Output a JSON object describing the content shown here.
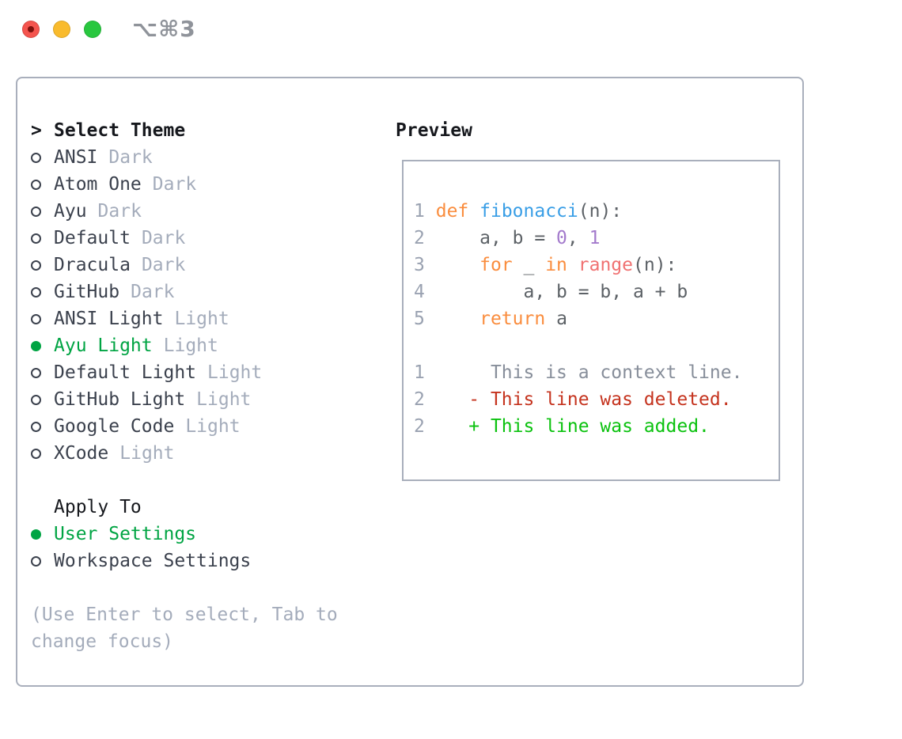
{
  "titlebar": {
    "shortcut_label": "⌥⌘3",
    "buttons": [
      {
        "name": "close"
      },
      {
        "name": "minimize"
      },
      {
        "name": "zoom"
      }
    ]
  },
  "theme_panel": {
    "prompt": ">",
    "title": "Select Theme",
    "themes": [
      {
        "name": "ANSI",
        "variant": "Dark",
        "selected": false
      },
      {
        "name": "Atom One",
        "variant": "Dark",
        "selected": false
      },
      {
        "name": "Ayu",
        "variant": "Dark",
        "selected": false
      },
      {
        "name": "Default",
        "variant": "Dark",
        "selected": false
      },
      {
        "name": "Dracula",
        "variant": "Dark",
        "selected": false
      },
      {
        "name": "GitHub",
        "variant": "Dark",
        "selected": false
      },
      {
        "name": "ANSI Light",
        "variant": "Light",
        "selected": false
      },
      {
        "name": "Ayu Light",
        "variant": "Light",
        "selected": true
      },
      {
        "name": "Default Light",
        "variant": "Light",
        "selected": false
      },
      {
        "name": "GitHub Light",
        "variant": "Light",
        "selected": false
      },
      {
        "name": "Google Code",
        "variant": "Light",
        "selected": false
      },
      {
        "name": "XCode",
        "variant": "Light",
        "selected": false
      }
    ],
    "apply_to": {
      "title": "Apply To",
      "options": [
        {
          "label": "User Settings",
          "selected": true
        },
        {
          "label": "Workspace Settings",
          "selected": false
        }
      ]
    },
    "hint": "(Use Enter to select, Tab to change focus)"
  },
  "preview": {
    "title": "Preview",
    "lines": [
      {
        "num": "1",
        "tokens": [
          [
            " ",
            "pl"
          ],
          [
            "def",
            "kw"
          ],
          [
            " ",
            "pl"
          ],
          [
            "fibonacci",
            "fn"
          ],
          [
            "(n):",
            "pl"
          ]
        ]
      },
      {
        "num": "2",
        "tokens": [
          [
            "     a, b = ",
            "pl"
          ],
          [
            "0",
            "num"
          ],
          [
            ", ",
            "pl"
          ],
          [
            "1",
            "num"
          ]
        ]
      },
      {
        "num": "3",
        "tokens": [
          [
            "     ",
            "pl"
          ],
          [
            "for",
            "kw"
          ],
          [
            " _ ",
            "pl"
          ],
          [
            "in",
            "kw"
          ],
          [
            " ",
            "pl"
          ],
          [
            "range",
            "bi"
          ],
          [
            "(n):",
            "pl"
          ]
        ]
      },
      {
        "num": "4",
        "tokens": [
          [
            "         a, b = b, a + b",
            "pl"
          ]
        ]
      },
      {
        "num": "5",
        "tokens": [
          [
            "     ",
            "pl"
          ],
          [
            "return",
            "kw"
          ],
          [
            " ",
            "pl"
          ],
          [
            "a",
            "pl"
          ]
        ]
      },
      {
        "num": "",
        "tokens": []
      },
      {
        "num": "1",
        "tokens": [
          [
            "      This is a context line.",
            "ctx"
          ]
        ]
      },
      {
        "num": "2",
        "tokens": [
          [
            "    - This line was deleted.",
            "del"
          ]
        ]
      },
      {
        "num": "2",
        "tokens": [
          [
            "    + This line was added.",
            "add"
          ]
        ]
      }
    ]
  },
  "palette": {
    "kw": "#FA8D3E",
    "fn": "#399EE6",
    "num": "#A37ACC",
    "bi": "#F07171",
    "pl": "#5C6166",
    "ctx": "#878E9A",
    "del": "#C5341F",
    "add": "#0BC20F",
    "ln": "#9AA2B1",
    "green": "#00A443",
    "dark": "#3B414D",
    "black": "#16181D",
    "muted": "#A4ACBB",
    "border": "#A9AFBC",
    "shortcut-gray": "#8F939A",
    "light-red": "#F4544E",
    "light-red-dot": "#7E100C",
    "light-yellow": "#F9BB2D",
    "light-green": "#28C73F"
  }
}
